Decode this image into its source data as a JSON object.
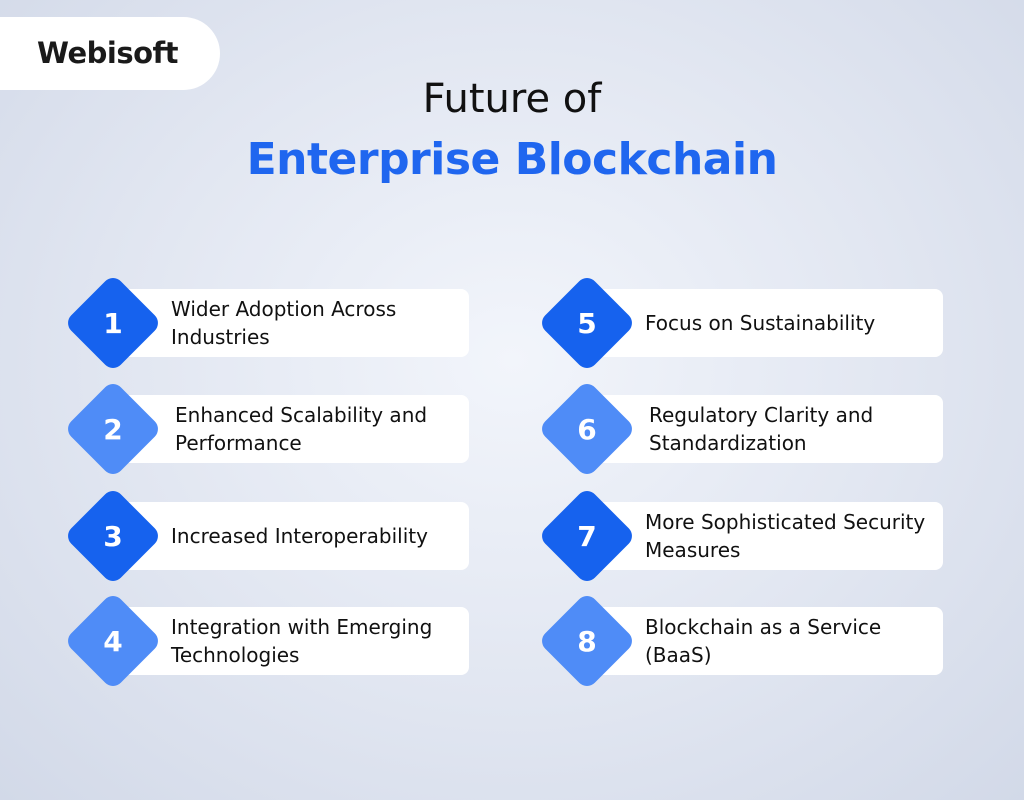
{
  "brand": {
    "logo_text": "Webisoft"
  },
  "title": {
    "line1": "Future of",
    "line2": "Enterprise Blockchain"
  },
  "colors": {
    "accent": "#1f66ef",
    "diamond_dark": "#1662ee",
    "diamond_light": "#4f8cf7"
  },
  "items": [
    {
      "number": "1",
      "text": "Wider Adoption Across Industries"
    },
    {
      "number": "2",
      "text": "Enhanced Scalability and Performance"
    },
    {
      "number": "3",
      "text": "Increased Interoperability"
    },
    {
      "number": "4",
      "text": "Integration with Emerging Technologies"
    },
    {
      "number": "5",
      "text": "Focus on Sustainability"
    },
    {
      "number": "6",
      "text": "Regulatory Clarity and Standardization"
    },
    {
      "number": "7",
      "text": "More Sophisticated Security Measures"
    },
    {
      "number": "8",
      "text": "Blockchain as a Service (BaaS)"
    }
  ]
}
